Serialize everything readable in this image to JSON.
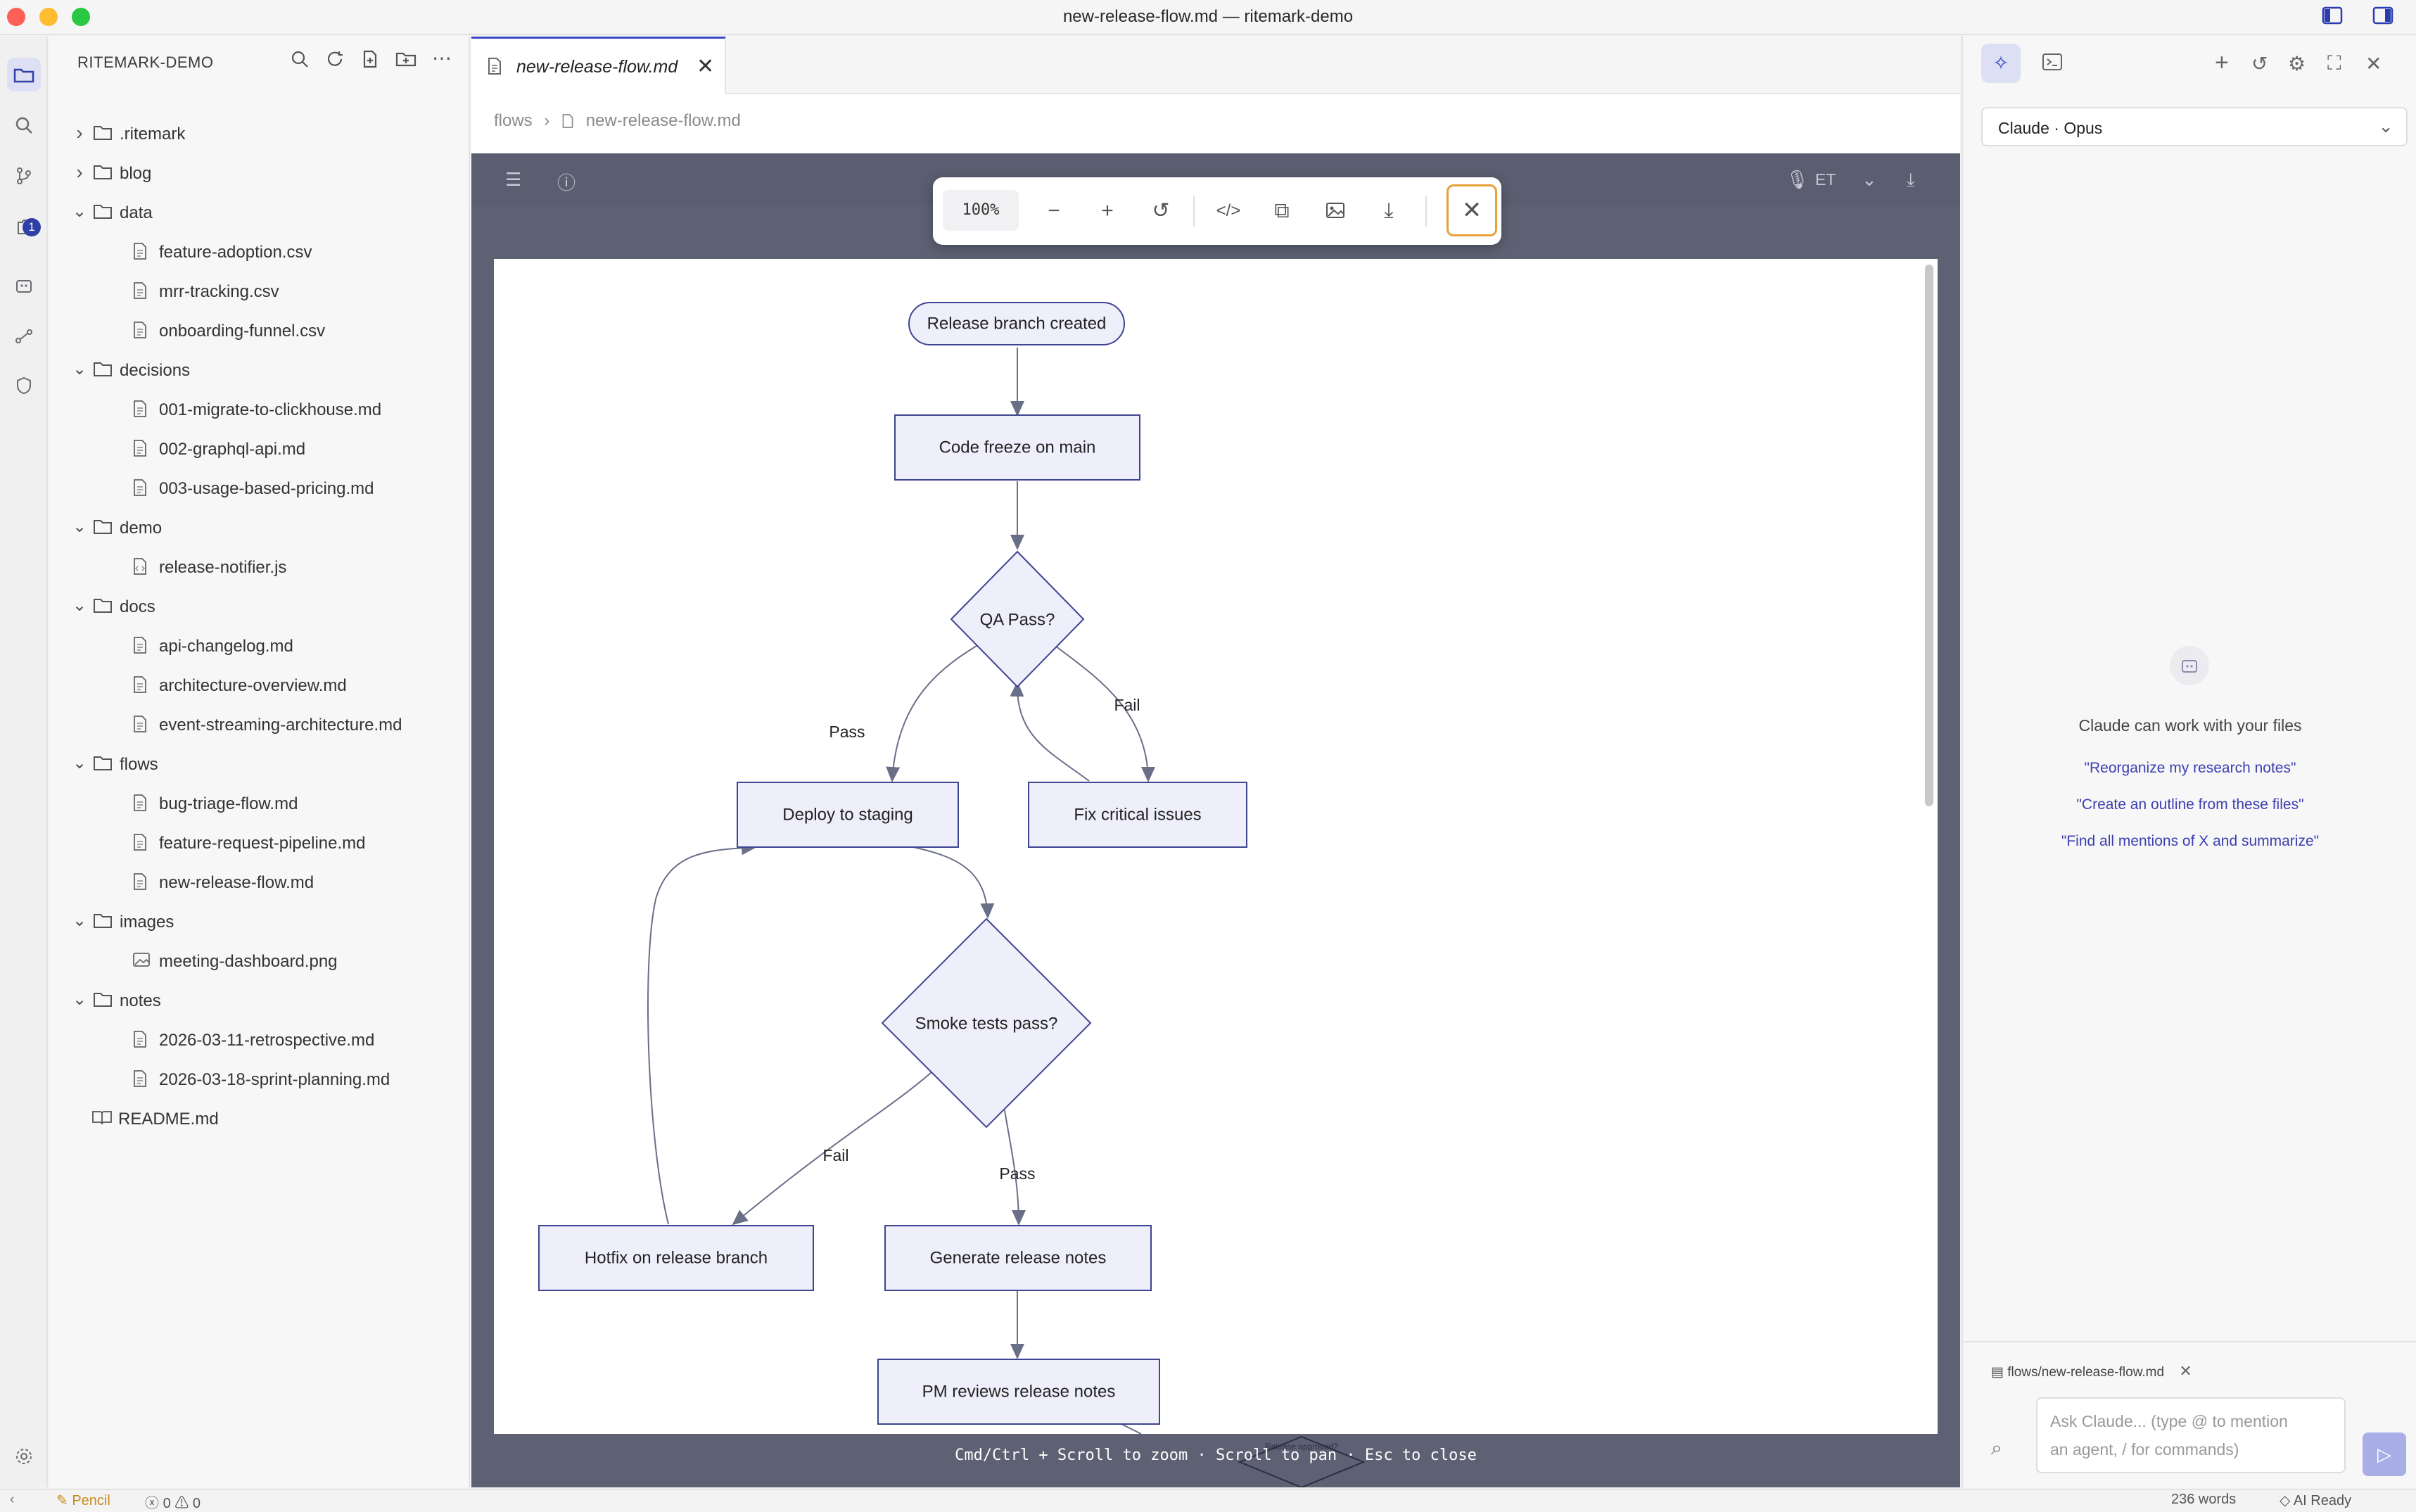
{
  "window": {
    "title": "new-release-flow.md — ritemark-demo"
  },
  "activity": {
    "badge": "1"
  },
  "explorer": {
    "title": "RITEMARK-DEMO",
    "tree": [
      {
        "label": ".ritemark",
        "type": "folder",
        "open": false,
        "depth": 0
      },
      {
        "label": "blog",
        "type": "folder",
        "open": false,
        "depth": 0
      },
      {
        "label": "data",
        "type": "folder",
        "open": true,
        "depth": 0
      },
      {
        "label": "feature-adoption.csv",
        "type": "file",
        "depth": 1
      },
      {
        "label": "mrr-tracking.csv",
        "type": "file",
        "depth": 1
      },
      {
        "label": "onboarding-funnel.csv",
        "type": "file",
        "depth": 1
      },
      {
        "label": "decisions",
        "type": "folder",
        "open": true,
        "depth": 0
      },
      {
        "label": "001-migrate-to-clickhouse.md",
        "type": "file",
        "depth": 1
      },
      {
        "label": "002-graphql-api.md",
        "type": "file",
        "depth": 1
      },
      {
        "label": "003-usage-based-pricing.md",
        "type": "file",
        "depth": 1
      },
      {
        "label": "demo",
        "type": "folder",
        "open": true,
        "depth": 0
      },
      {
        "label": "release-notifier.js",
        "type": "code",
        "depth": 1
      },
      {
        "label": "docs",
        "type": "folder",
        "open": true,
        "depth": 0
      },
      {
        "label": "api-changelog.md",
        "type": "file",
        "depth": 1
      },
      {
        "label": "architecture-overview.md",
        "type": "file",
        "depth": 1
      },
      {
        "label": "event-streaming-architecture.md",
        "type": "file",
        "depth": 1
      },
      {
        "label": "flows",
        "type": "folder",
        "open": true,
        "depth": 0
      },
      {
        "label": "bug-triage-flow.md",
        "type": "file",
        "depth": 1
      },
      {
        "label": "feature-request-pipeline.md",
        "type": "file",
        "depth": 1
      },
      {
        "label": "new-release-flow.md",
        "type": "file",
        "depth": 1
      },
      {
        "label": "images",
        "type": "folder",
        "open": true,
        "depth": 0
      },
      {
        "label": "meeting-dashboard.png",
        "type": "image",
        "depth": 1
      },
      {
        "label": "notes",
        "type": "folder",
        "open": true,
        "depth": 0
      },
      {
        "label": "2026-03-11-retrospective.md",
        "type": "file",
        "depth": 1
      },
      {
        "label": "2026-03-18-sprint-planning.md",
        "type": "file",
        "depth": 1
      },
      {
        "label": "README.md",
        "type": "book",
        "depth": 0
      }
    ]
  },
  "editor": {
    "tab_label": "new-release-flow.md",
    "breadcrumb": [
      "flows",
      "new-release-flow.md"
    ],
    "lang_label": "ET",
    "zoom_level": "100%",
    "hint": "Cmd/Ctrl + Scroll to zoom · Scroll to pan · Esc to close"
  },
  "flowchart": {
    "nodes": {
      "start": "Release branch created",
      "freeze": "Code freeze on main",
      "qa": "QA Pass?",
      "staging": "Deploy to staging",
      "fix": "Fix critical issues",
      "smoke": "Smoke tests pass?",
      "hotfix": "Hotfix on release branch",
      "notes": "Generate release notes",
      "pm": "PM reviews release notes",
      "approved": "Release approved?"
    },
    "edges": {
      "qa_pass": "Pass",
      "qa_fail": "Fail",
      "smoke_fail": "Fail",
      "smoke_pass": "Pass"
    }
  },
  "assistant": {
    "model": "Claude · Opus",
    "empty_title": "Claude can work with your files",
    "suggestions": [
      "\"Reorganize my research notes\"",
      "\"Create an outline from these files\"",
      "\"Find all mentions of X and summarize\""
    ],
    "context_file": "flows/new-release-flow.md",
    "input_placeholder_1": "Ask Claude... (type @ to mention",
    "input_placeholder_2": "an agent, / for commands)"
  },
  "status": {
    "mode": "Pencil",
    "errors": "0",
    "warnings": "0",
    "words": "236 words",
    "ai": "AI Ready"
  },
  "colors": {
    "accent": "#3b4bc8",
    "viewer_bg": "#5e6173",
    "node_fill": "#eeeffa",
    "node_stroke": "#3f4590"
  }
}
